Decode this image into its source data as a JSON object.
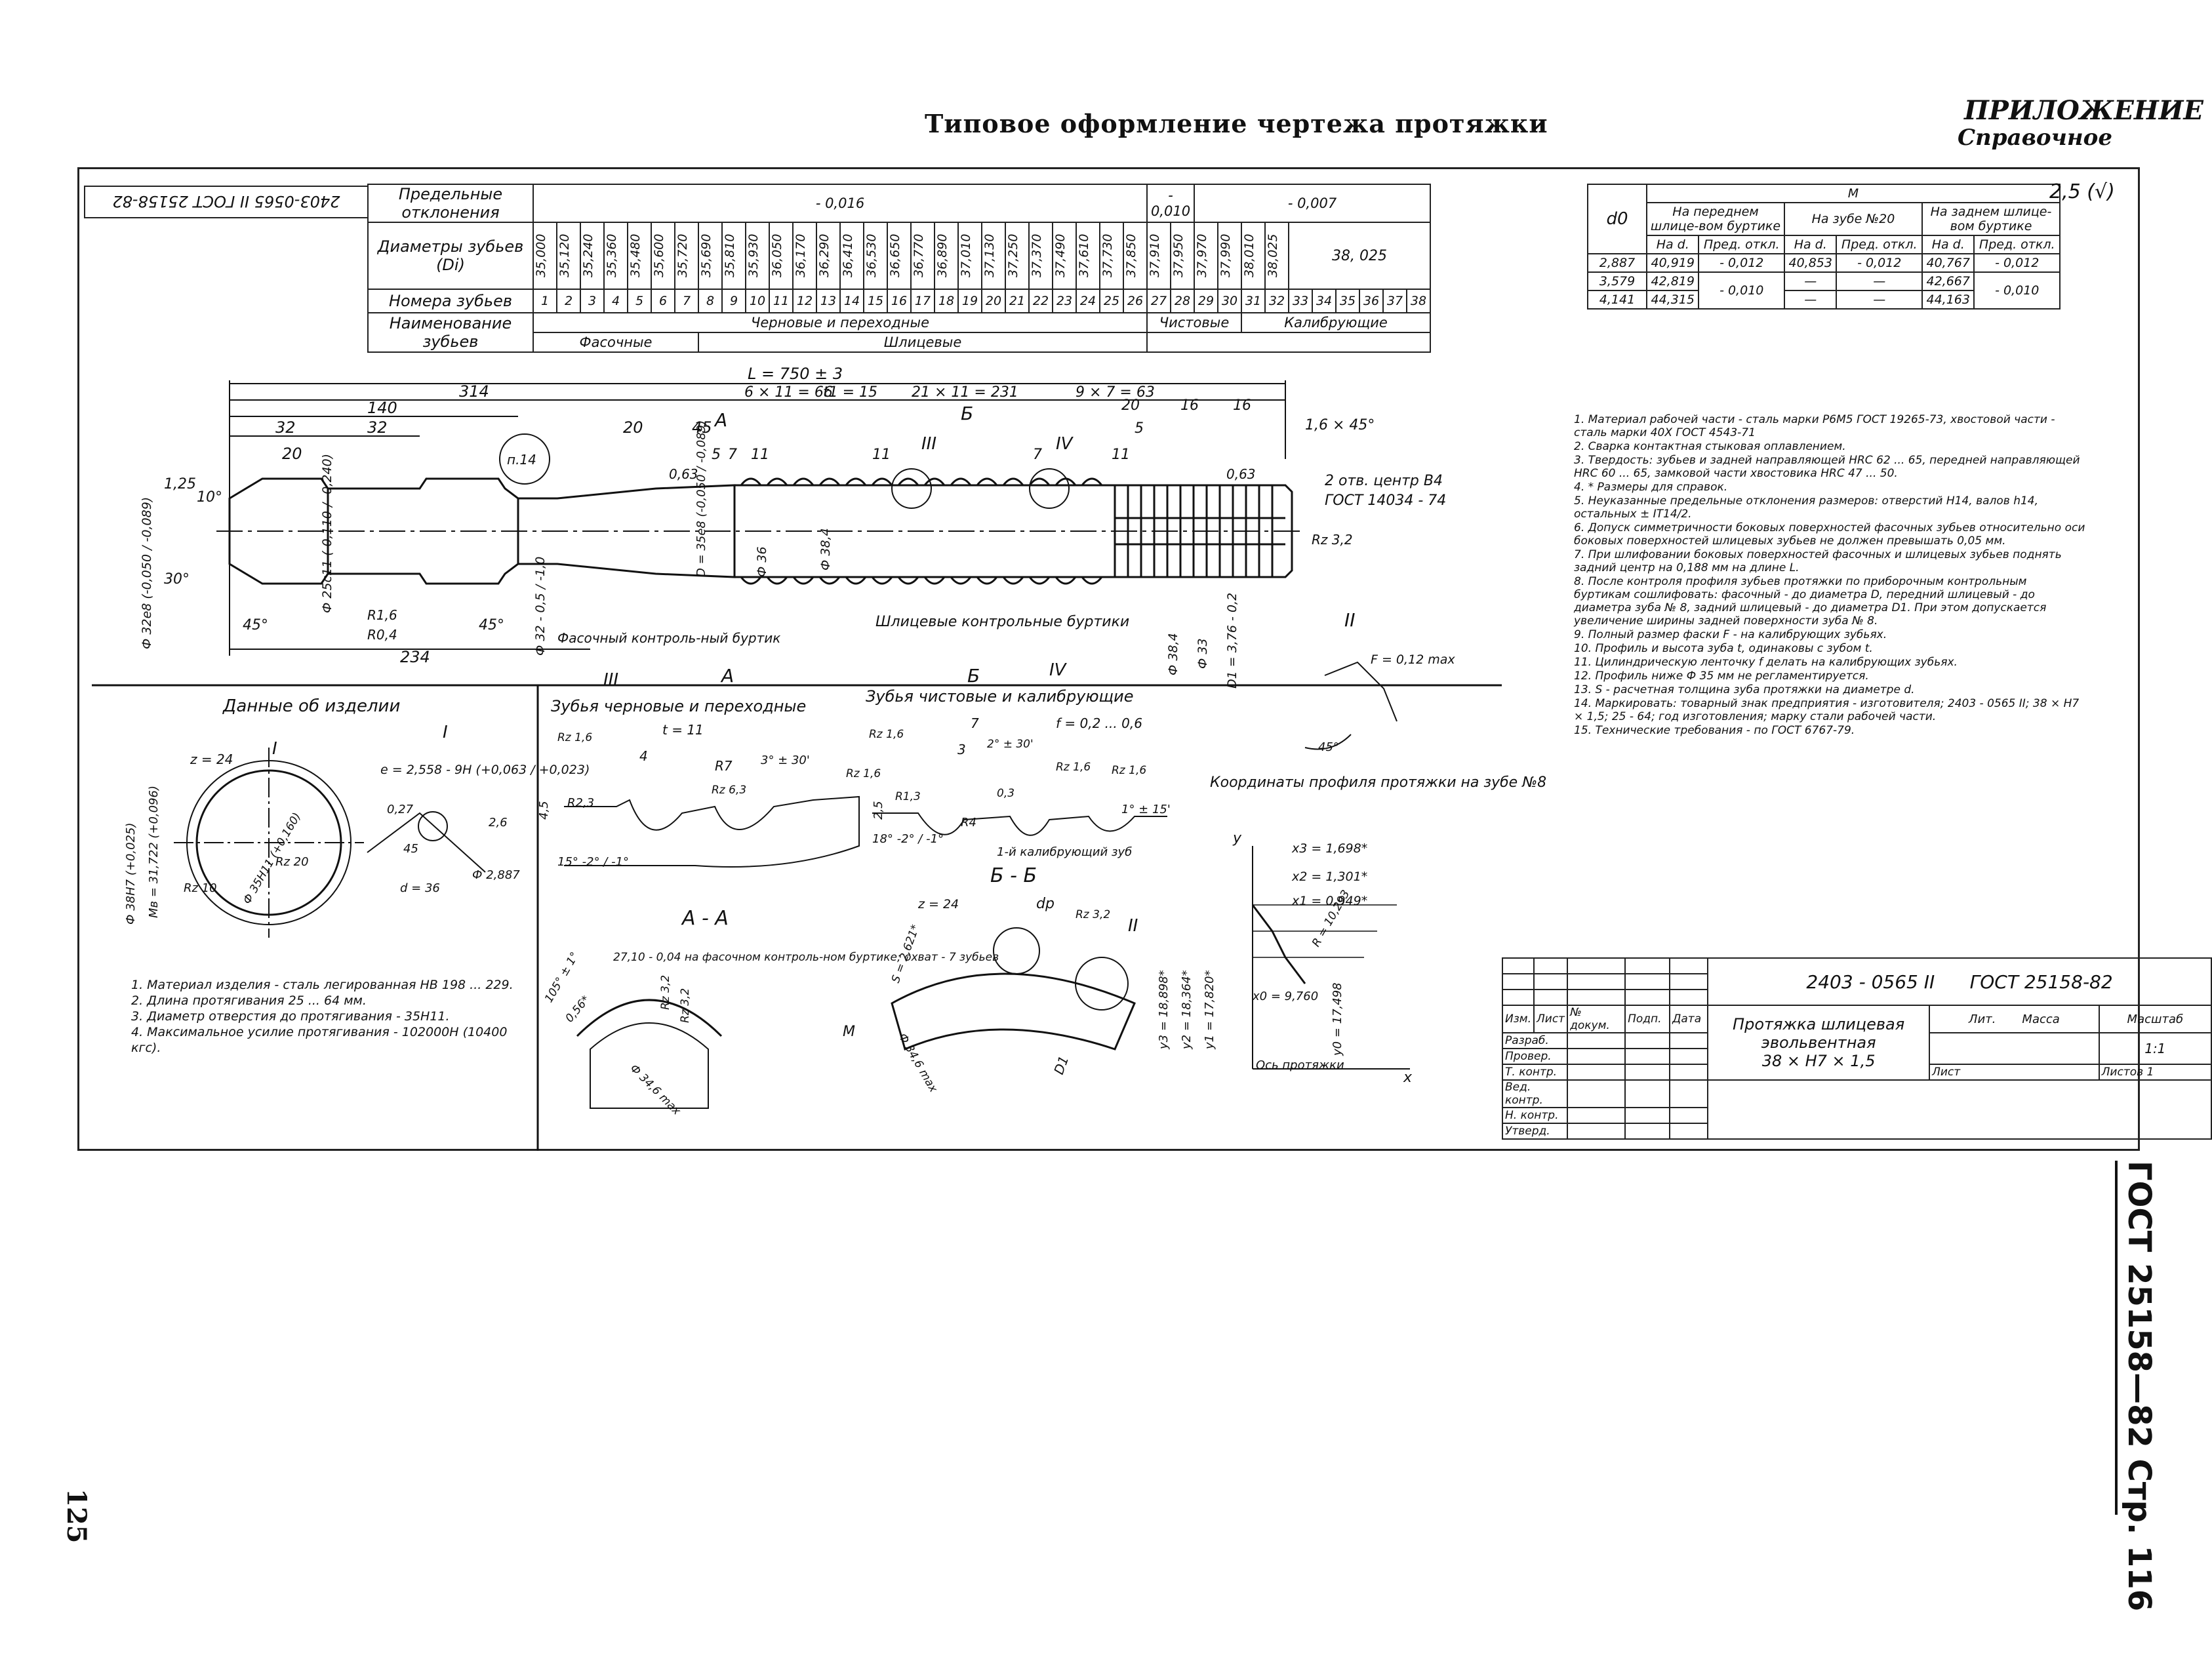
{
  "header": {
    "title": "Типовое оформление чертежа протяжки",
    "appendix": "ПРИЛОЖЕНИЕ",
    "reference": "Справочное"
  },
  "side": {
    "gost_label": "ГОСТ 25158—82 Стр. 116",
    "page_number": "125"
  },
  "stamp_rotated": "2403-0565 II ГОСТ 25158-82",
  "teeth_table": {
    "row_deviation_label": "Предельные отклонения",
    "deviations": [
      "- 0,016",
      "- 0,010",
      "- 0,007"
    ],
    "row_diameter_label": "Диаметры зубьев (Di)",
    "diameters": [
      "35,000",
      "35,120",
      "35,240",
      "35,360",
      "35,480",
      "35,600",
      "35,720",
      "35,690",
      "35,810",
      "35,930",
      "36,050",
      "36,170",
      "36,290",
      "36,410",
      "36,530",
      "36,650",
      "36,770",
      "36,890",
      "37,010",
      "37,130",
      "37,250",
      "37,370",
      "37,490",
      "37,610",
      "37,730",
      "37,850",
      "37,910",
      "37,950",
      "37,970",
      "37,990",
      "38,010",
      "38,025"
    ],
    "diameter_calibr": "38, 025",
    "row_numbers_label": "Номера зубьев",
    "numbers": [
      "1",
      "2",
      "3",
      "4",
      "5",
      "6",
      "7",
      "8",
      "9",
      "10",
      "11",
      "12",
      "13",
      "14",
      "15",
      "16",
      "17",
      "18",
      "19",
      "20",
      "21",
      "22",
      "23",
      "24",
      "25",
      "26",
      "27",
      "28",
      "29",
      "30",
      "31",
      "32",
      "33",
      "34",
      "35",
      "36",
      "37",
      "38"
    ],
    "row_name_label": "Наименование зубьев",
    "names_top": [
      "Черновые и переходные",
      "Чистовые",
      "Калибрующие"
    ],
    "names_bottom": [
      "Фасочные",
      "Шлицевые"
    ]
  },
  "m_table": {
    "head_d0": "d0",
    "head_m": "M",
    "groups": [
      "На переднем шлице-вом буртике",
      "На зубе №20",
      "На заднем шлице-вом буртике"
    ],
    "sub": [
      "На d.",
      "Пред. откл."
    ],
    "rows": [
      [
        "2,887",
        "40,919",
        "- 0,012",
        "40,853",
        "- 0,012",
        "40,767",
        "- 0,012"
      ],
      [
        "3,579",
        "42,819",
        "- 0,010",
        "—",
        "—",
        "42,667",
        "- 0,010"
      ],
      [
        "4,141",
        "44,315",
        "",
        "—",
        "—",
        "44,163",
        ""
      ]
    ],
    "roughness": "2,5 (√)"
  },
  "main_dims": {
    "L": "L = 750 ± 3",
    "d314": "314",
    "d140": "140",
    "d32a": "32",
    "d32b": "32",
    "d20a": "20",
    "d20b": "20",
    "d45a": "45",
    "d6x11": "6 × 11 = 66",
    "t15": "t1 = 15",
    "d21x11": "21 × 11 = 231",
    "d9x7": "9 × 7 = 63",
    "d20c": "20",
    "d16a": "16",
    "d16b": "16",
    "chamfer": "1,6 × 45°",
    "d234": "234",
    "d11a": "11",
    "d11b": "11",
    "d5": "5",
    "d7": "7",
    "d7b": "7",
    "d11c": "11",
    "d5b": "5",
    "d063a": "0,63",
    "d063b": "0,63",
    "d125": "1,25",
    "d10": "10°",
    "d30": "30°",
    "d45b": "45°",
    "d45c": "45°",
    "phi32": "Ф 32e8 (-0,050 / -0,089)",
    "phi25": "Ф 25c11 (-0,110 / -0,240)",
    "r16": "R1,6",
    "r04": "R0,4",
    "phi32b": "Ф 32 - 0,5 / -1,0",
    "d35": "D = 35e8 (-0,050 / -0,089)",
    "phi36": "Ф 36",
    "phi384": "Ф 38,4",
    "phi384b": "Ф 38,4",
    "phi33": "Ф 33",
    "d1": "D1 = 3,76 - 0,2",
    "center": "2 отв. центр В4",
    "center_gost": "ГОСТ 14034 - 74",
    "rz32": "Rz 3,2",
    "p14": "п.14",
    "fas_label": "Фасочный контроль-ный буртик",
    "shl_label": "Шлицевые контрольные буртики",
    "sec_a": "А",
    "sec_b": "Б",
    "roman3": "III",
    "roman4": "IV"
  },
  "product": {
    "title": "Данные об изделии",
    "z": "z = 24",
    "roman1": "I",
    "e": "e = 2,558 - 9H (+0,063 / +0,023)",
    "d38": "Ф 38H7 (+0,025)",
    "mb": "Mв = 31,722 (+0,096)",
    "d35h": "Ф 35H11 (+0,160)",
    "rz20": "Rz 20",
    "rz10": "Rz 10",
    "a027": "0,27",
    "a26": "2,6",
    "a45": "45",
    "d36": "d = 36",
    "phi2887": "Ф 2,887",
    "notes": [
      "1.  Материал изделия - сталь легированная НВ 198 ... 229.",
      "2.  Длина протягивания 25 ... 64 мм.",
      "3.  Диаметр отверстия до протягивания - 35H11.",
      "4.  Максимальное усилие протягивания - 102000Н (10400 кгс)."
    ]
  },
  "detail3": {
    "title": "Зубья черновые и переходные",
    "t": "t = 11",
    "d4": "4",
    "r7": "R7",
    "ang": "3° ± 30'",
    "rz16": "Rz 1,6",
    "rz63": "Rz 6,3",
    "h45": "4,5",
    "r23": "R2,3",
    "ang15": "15° -2° / -1°"
  },
  "detail4": {
    "title": "Зубья чистовые и калибрующие",
    "d7": "7",
    "f": "f = 0,2 ... 0,6",
    "d3": "3",
    "ang2": "2° ± 30'",
    "rz16a": "Rz 1,6",
    "rz16b": "Rz 1,6",
    "rz16c": "Rz 1,6",
    "rz16d": "Rz 1,6",
    "r13": "R1,3",
    "r4": "R4",
    "h25": "2,5",
    "ang18": "18° -2° / -1°",
    "ang1": "1° ± 15'",
    "cal": "1-й калибрующий зуб",
    "r01": "0,3"
  },
  "detail2": {
    "label": "II",
    "f": "F = 0,12 max",
    "ang": "45°"
  },
  "coords": {
    "title": "Координаты профиля протяжки на зубе №8",
    "x3": "x3 = 1,698*",
    "x2": "x2 = 1,301*",
    "x1": "x1 = 0,949*",
    "r": "R = 10,293",
    "x0": "x0 = 9,760",
    "y3": "y3 = 18,898*",
    "y2": "y2 = 18,364*",
    "y1": "y1 = 17,820*",
    "y0": "y0 = 17,498",
    "axis_y": "y",
    "axis_x": "x",
    "axis": "Ось протяжки"
  },
  "section_aa": {
    "title": "А - А",
    "note": "27,10 - 0,04 на фасочном контроль-ном буртике; охват - 7 зубьев",
    "ang105": "105° ± 1°",
    "d056": "0,56*",
    "rz32a": "Rz 3,2",
    "rz32b": "Rz 3,2",
    "phi": "Ф 34,6 max"
  },
  "section_bb": {
    "title": "Б - Б",
    "z": "z = 24",
    "dp": "dp",
    "s": "S = 2,621*",
    "rz32": "Rz 3,2",
    "roman2": "II",
    "phi": "Ф 34,6 max",
    "m": "M",
    "d1": "D1"
  },
  "notes_main": [
    "1.  Материал рабочей части - сталь марки Р6М5 ГОСТ 19265-73, хвостовой части - сталь марки 40Х ГОСТ 4543-71",
    "2.  Сварка контактная стыковая оплавлением.",
    "3.  Твердость: зубьев и задней направляющей HRC 62 ... 65, передней направляющей HRC 60 ... 65, замковой части хвостовика HRC 47 ... 50.",
    "4.  * Размеры для справок.",
    "5.  Неуказанные предельные отклонения размеров: отверстий H14, валов h14, остальных ± IT14/2.",
    "6.  Допуск симметричности боковых поверхностей фасочных зубьев относительно оси боковых поверхностей шлицевых зубьев не должен превышать 0,05 мм.",
    "7.  При шлифовании боковых поверхностей фасочных и шлицевых зубьев поднять задний центр на 0,188 мм на длине L.",
    "8.  После контроля профиля зубьев протяжки по приборочным контрольным буртикам сошлифовать: фасочный - до диаметра D, передний шлицевый - до диаметра зуба № 8, задний шлицевый - до диаметра D1. При этом допускается увеличение ширины задней поверхности зуба № 8.",
    "9.  Полный размер фаски F - на калибрующих зубьях.",
    "10. Профиль и высота зуба t, одинаковы с зубом t.",
    "11. Цилиндрическую ленточку f делать на калибрующих зубьях.",
    "12. Профиль ниже Ф 35 мм не регламентируется.",
    "13. S - расчетная толщина зуба протяжки на диаметре d.",
    "14. Маркировать: товарный знак предприятия - изготовителя; 2403 - 0565 II; 38 × H7 × 1,5; 25 - 64; год изготовления; марку стали рабочей части.",
    "15. Технические требования - по ГОСТ 6767-79."
  ],
  "title_block": {
    "designation": "2403 - 0565 II",
    "gost": "ГОСТ 25158-82",
    "name1": "Протяжка шлицевая",
    "name2": "эвольвентная",
    "name3": "38 × H7 × 1,5",
    "lit": "Лит.",
    "mass": "Масса",
    "scale_label": "Масштаб",
    "scale": "1:1",
    "sheet": "Лист",
    "sheets": "Листов 1",
    "cols": [
      "Изм.",
      "Лист",
      "№ докум.",
      "Подп.",
      "Дата"
    ],
    "rows": [
      "Разраб.",
      "Провер.",
      "Т. контр.",
      "Вед. контр.",
      "Н. контр.",
      "Утверд."
    ]
  }
}
